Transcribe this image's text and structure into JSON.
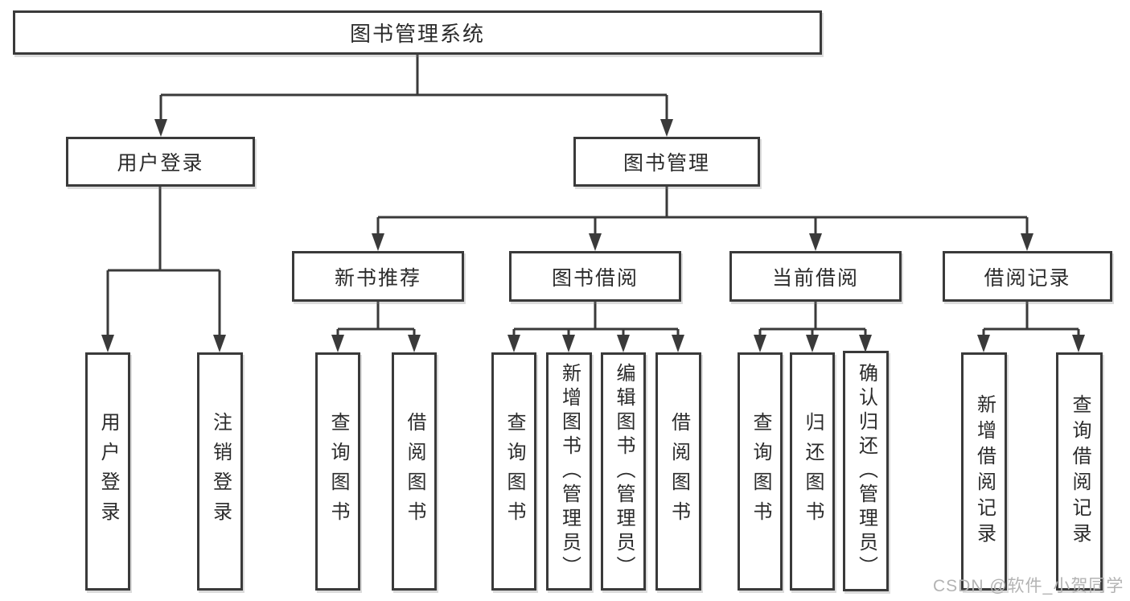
{
  "diagram": {
    "root": "图书管理系统",
    "level2": {
      "user_login": "用户登录",
      "book_management": "图书管理"
    },
    "level3": {
      "new_book_recommend": "新书推荐",
      "book_borrow": "图书借阅",
      "current_borrow": "当前借阅",
      "borrow_record": "借阅记录"
    },
    "leaves": {
      "user_login": "用户登录",
      "logout": "注销登录",
      "nb_query_book": "查询图书",
      "nb_borrow_book": "借阅图书",
      "bb_query_book": "查询图书",
      "bb_add_book": "新增图书（管理员）",
      "bb_edit_book": "编辑图书（管理员）",
      "bb_borrow_book": "借阅图书",
      "cb_query_book": "查询图书",
      "cb_return_book": "归还图书",
      "cb_confirm_return": "确认归还（管理员）",
      "br_add_record": "新增借阅记录",
      "br_query_record": "查询借阅记录"
    }
  },
  "watermark": "CSDN @软件_小贺同学",
  "colors": {
    "line": "#3a3a3a",
    "text": "#2b2b2b",
    "watermark": "#b3b3b3",
    "background": "#ffffff"
  }
}
